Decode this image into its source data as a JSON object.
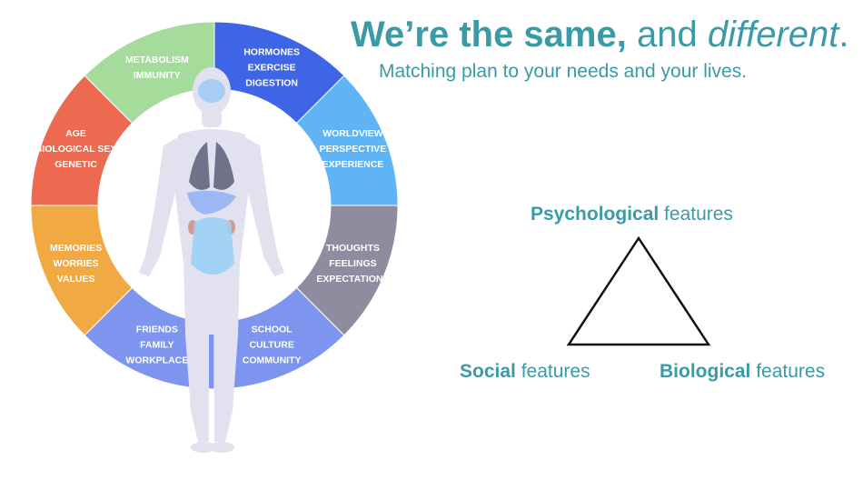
{
  "headline": {
    "part1": "We’re the same,",
    "part2": " and ",
    "part3": "different",
    "part4": "."
  },
  "subtitle": "Matching plan to your needs and your lives.",
  "features": {
    "psychological": {
      "bold": "Psychological",
      "rest": " features"
    },
    "social": {
      "bold": "Social",
      "rest": " features"
    },
    "biological": {
      "bold": "Biological",
      "rest": " features"
    }
  },
  "wheel": {
    "segments": [
      {
        "id": "hormones",
        "color": "#3d65e6",
        "lines": [
          "HORMONES",
          "EXERCISE",
          "DIGESTION"
        ]
      },
      {
        "id": "worldview",
        "color": "#5eb4f4",
        "lines": [
          "WORLDVIEW",
          "PERSPECTIVE",
          "EXPERIENCE"
        ]
      },
      {
        "id": "thoughts",
        "color": "#8e8c9e",
        "lines": [
          "THOUGHTS",
          "FEELINGS",
          "EXPECTATIONS"
        ]
      },
      {
        "id": "school",
        "color": "#7d95ee",
        "lines": [
          "SCHOOL",
          "CULTURE",
          "COMMUNITY"
        ]
      },
      {
        "id": "friends",
        "color": "#7d95ee",
        "lines": [
          "FRIENDS",
          "FAMILY",
          "WORKPLACE"
        ]
      },
      {
        "id": "memories",
        "color": "#f0a943",
        "lines": [
          "MEMORIES",
          "WORRIES",
          "VALUES"
        ]
      },
      {
        "id": "age",
        "color": "#ec6a4f",
        "lines": [
          "AGE",
          "BIOLOGICAL SEX",
          "GENETIC"
        ]
      },
      {
        "id": "metabolism",
        "color": "#a6dc9b",
        "lines": [
          "METABOLISM",
          "IMMUNITY"
        ]
      }
    ]
  }
}
